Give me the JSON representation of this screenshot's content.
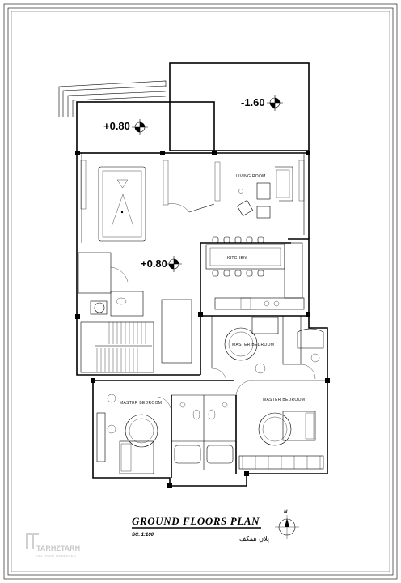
{
  "plan": {
    "title": "GROUND FLOORS PLAN",
    "scale": "SC. 1:100",
    "subtitle_fa": "پلان همکف",
    "north": "N"
  },
  "levels": {
    "entrance_terrace": "+0.80",
    "yard": "-1.60",
    "main_floor": "+0.80"
  },
  "rooms": {
    "living": "LIVING ROOM",
    "kitchen": "KITCHEN",
    "master_top": "MASTER BEDROOM",
    "master_left": "MASTER BEDROOM",
    "master_right": "MASTER BEDROOM"
  },
  "watermark": {
    "brand": "TARHZTARH",
    "rights": "ALL RIGHT RESERVED"
  }
}
